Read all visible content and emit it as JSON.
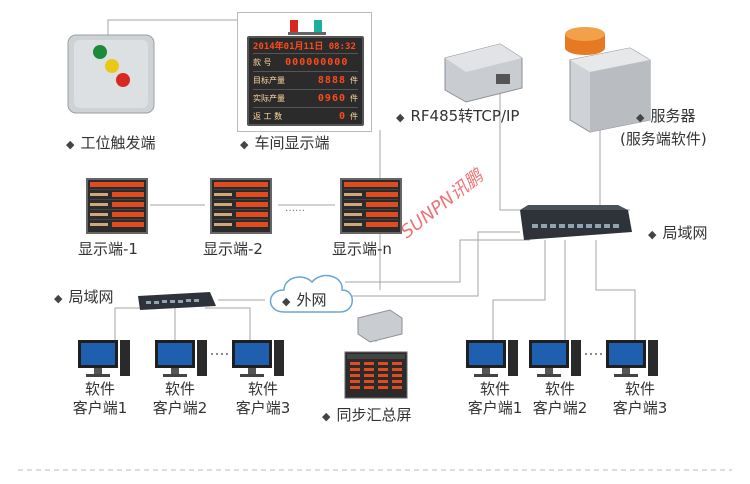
{
  "labels": {
    "trigger": "工位触发端",
    "workshop_display": "车间显示端",
    "converter": "RF485转TCP/IP",
    "server_line1": "服务器",
    "server_line2": "(服务端软件)",
    "display1": "显示端-1",
    "display2": "显示端-2",
    "display_dots": "……",
    "displayn": "显示端-n",
    "lan_right": "局域网",
    "lan_left": "局域网",
    "wan": "外网",
    "sync_screen": "同步汇总屏",
    "brand": "SUNPN讯鹏"
  },
  "board": {
    "date_row": "2014年01月11日 08:32",
    "rows": [
      {
        "key": "款 号",
        "value": "000000000",
        "unit": ""
      },
      {
        "key": "目标产量",
        "value": "8888",
        "unit": "件"
      },
      {
        "key": "实际产量",
        "value": "0960",
        "unit": "件"
      },
      {
        "key": "返 工 数",
        "value": "0",
        "unit": "件"
      }
    ]
  },
  "clients_left": [
    {
      "line1": "软件",
      "line2": "客户端1"
    },
    {
      "line1": "软件",
      "line2": "客户端2"
    },
    {
      "line1": "软件",
      "line2": "客户端3"
    }
  ],
  "clients_right": [
    {
      "line1": "软件",
      "line2": "客户端1"
    },
    {
      "line1": "软件",
      "line2": "客户端2"
    },
    {
      "line1": "软件",
      "line2": "客户端3"
    }
  ],
  "colors": {
    "line": "#a6a6a6",
    "led_red": "#e24a1f",
    "board_bg": "#2b2b2b",
    "brand": "#e8454a"
  }
}
